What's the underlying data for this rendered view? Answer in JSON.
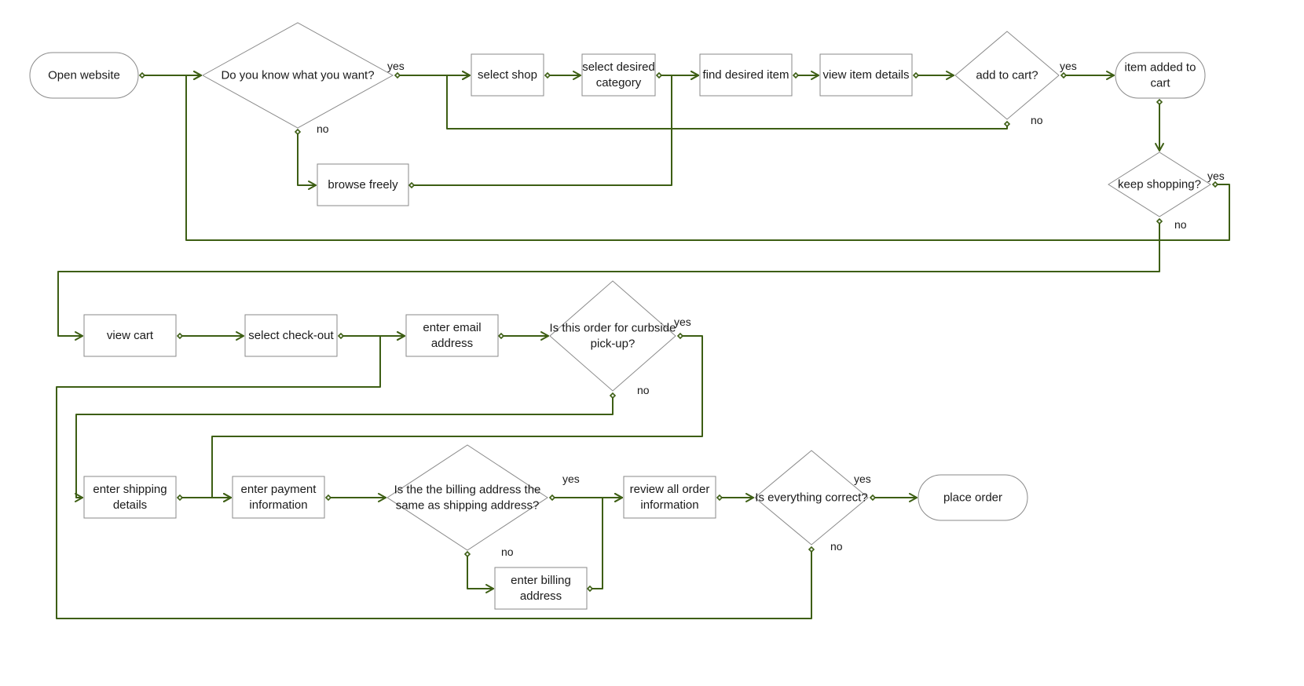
{
  "nodes": [
    {
      "id": "open_website",
      "lines": [
        "Open website"
      ]
    },
    {
      "id": "know_what_you_want",
      "lines": [
        "Do you know what you want?"
      ]
    },
    {
      "id": "select_shop",
      "lines": [
        "select shop"
      ]
    },
    {
      "id": "select_category",
      "lines": [
        "select desired",
        "category"
      ]
    },
    {
      "id": "find_item",
      "lines": [
        "find desired item"
      ]
    },
    {
      "id": "view_item_details",
      "lines": [
        "view item details"
      ]
    },
    {
      "id": "add_to_cart",
      "lines": [
        "add to cart?"
      ]
    },
    {
      "id": "item_added",
      "lines": [
        "item added to",
        "cart"
      ]
    },
    {
      "id": "browse_freely",
      "lines": [
        "browse freely"
      ]
    },
    {
      "id": "keep_shopping",
      "lines": [
        "keep shopping?"
      ]
    },
    {
      "id": "view_cart",
      "lines": [
        "view cart"
      ]
    },
    {
      "id": "select_checkout",
      "lines": [
        "select check-out"
      ]
    },
    {
      "id": "enter_email",
      "lines": [
        "enter email",
        "address"
      ]
    },
    {
      "id": "curbside",
      "lines": [
        "Is this order for curbside",
        "pick-up?"
      ]
    },
    {
      "id": "enter_shipping",
      "lines": [
        "enter shipping",
        "details"
      ]
    },
    {
      "id": "enter_payment",
      "lines": [
        "enter payment",
        "information"
      ]
    },
    {
      "id": "billing_same",
      "lines": [
        "Is the the billing address the",
        "same as shipping address?"
      ]
    },
    {
      "id": "review_order",
      "lines": [
        "review all order",
        "information"
      ]
    },
    {
      "id": "everything_correct",
      "lines": [
        "Is everything correct?"
      ]
    },
    {
      "id": "place_order",
      "lines": [
        "place order"
      ]
    },
    {
      "id": "enter_billing",
      "lines": [
        "enter billing",
        "address"
      ]
    }
  ],
  "edge_labels": [
    {
      "id": "know_yes",
      "text": "yes"
    },
    {
      "id": "know_no",
      "text": "no"
    },
    {
      "id": "cart_yes",
      "text": "yes"
    },
    {
      "id": "cart_no",
      "text": "no"
    },
    {
      "id": "keep_yes",
      "text": "yes"
    },
    {
      "id": "keep_no",
      "text": "no"
    },
    {
      "id": "curb_yes",
      "text": "yes"
    },
    {
      "id": "curb_no",
      "text": "no"
    },
    {
      "id": "billing_yes",
      "text": "yes"
    },
    {
      "id": "billing_no",
      "text": "no"
    },
    {
      "id": "correct_yes",
      "text": "yes"
    },
    {
      "id": "correct_no",
      "text": "no"
    }
  ],
  "colors": {
    "connector": "#3d5e14",
    "node_border": "#8a8a8a",
    "text": "#1a1a1a",
    "background": "#ffffff"
  }
}
